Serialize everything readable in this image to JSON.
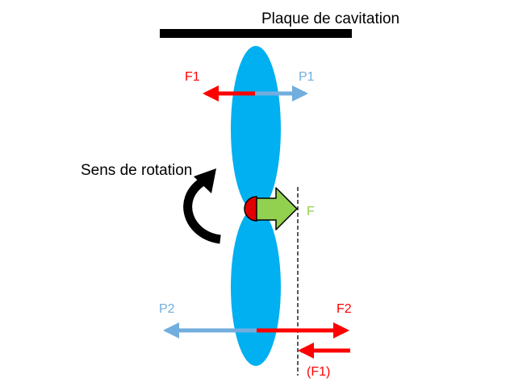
{
  "labels": {
    "plate": "Plaque de cavitation",
    "rotation": "Sens de rotation",
    "f1": "F1",
    "p1": "P1",
    "f": "F",
    "p2": "P2",
    "f2": "F2",
    "f1_paren": "(F1)"
  },
  "colors": {
    "plate": "#000000",
    "blade": "#00b0f0",
    "blade_edge": "#0070c0",
    "force_red": "#ff0000",
    "pressure_blue": "#71aede",
    "thrust_green": "#92d050",
    "hub": "#e00000",
    "rotation_arrow": "#000000",
    "text": "#000000"
  },
  "icons": {
    "rotation": "curved-arrow-icon",
    "hub": "hub-icon"
  }
}
